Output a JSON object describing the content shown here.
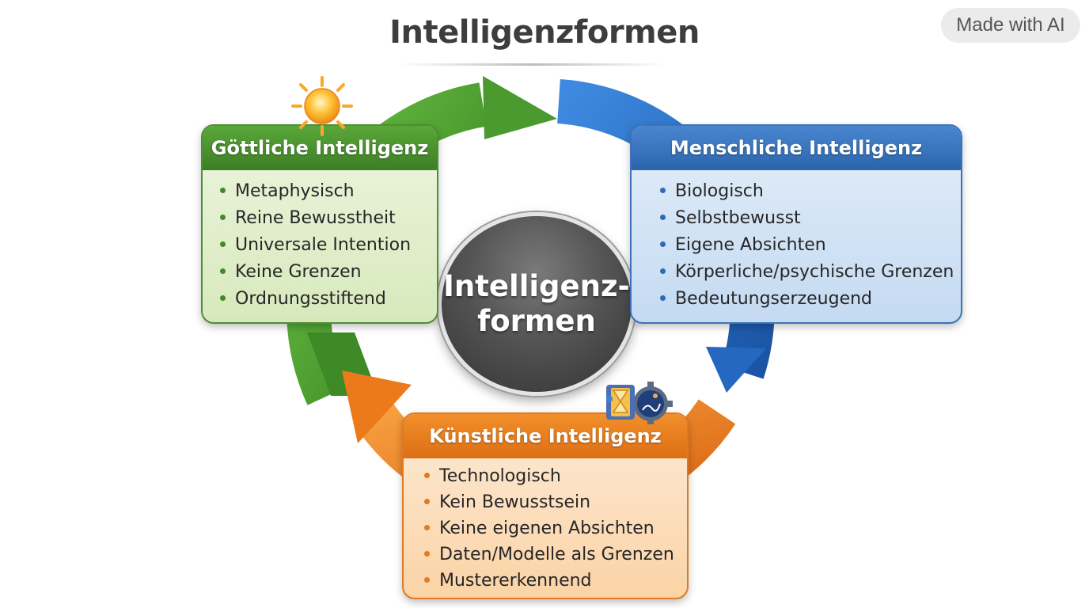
{
  "title": "Intelligenzformen",
  "badge": "Made with AI",
  "center": {
    "line1": "Intelligenz-",
    "line2": "formen"
  },
  "cards": {
    "goettlich": {
      "title": "Göttliche Intelligenz",
      "items": [
        "Metaphysisch",
        "Reine Bewusstheit",
        "Universale Intention",
        "Keine Grenzen",
        "Ordnungsstiftend"
      ],
      "color": "#4c8f32"
    },
    "menschlich": {
      "title": "Menschliche Intelligenz",
      "items": [
        "Biologisch",
        "Selbstbewusst",
        "Eigene Absichten",
        "Körperliche/psychische Grenzen",
        "Bedeutungserzeugend"
      ],
      "color": "#2a64ad"
    },
    "kuenstlich": {
      "title": "Künstliche Intelligenz",
      "items": [
        "Technologisch",
        "Kein Bewusstsein",
        "Keine eigenen Absichten",
        "Daten/Modelle als Grenzen",
        "Mustererkennend"
      ],
      "color": "#dd6e14"
    }
  },
  "icons": {
    "sun": "sun-icon",
    "tech": "gear-hourglass-icon"
  },
  "arrow_colors": {
    "green": "#4a9a2f",
    "blue": "#2568c0",
    "orange": "#ec7a1c"
  }
}
